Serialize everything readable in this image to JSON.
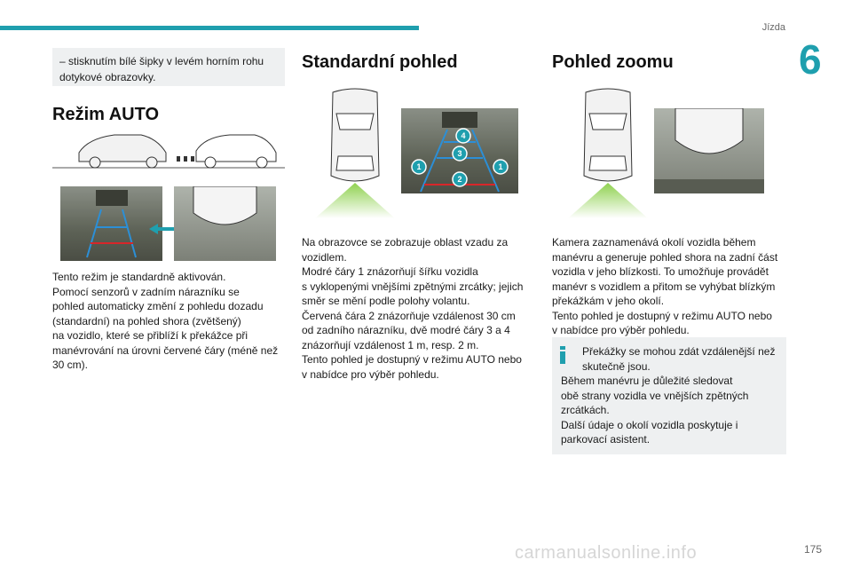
{
  "header": {
    "chapter_name": "Jízda",
    "chapter_number": "6"
  },
  "col1": {
    "note": "– stisknutím bílé šipky v levém horním rohu dotykové obrazovky.",
    "heading": "Režim AUTO",
    "para": [
      "Tento režim je standardně aktivován.",
      "Pomocí senzorů v zadním nárazníku se",
      "pohled automaticky změní z pohledu dozadu",
      "(standardní) na pohled shora (zvětšený)",
      "na vozidlo, které se přiblíží k překážce při",
      "manévrování na úrovni červené čáry (méně než",
      "30 cm)."
    ]
  },
  "col2": {
    "heading": "Standardní pohled",
    "markers": [
      "4",
      "3",
      "1",
      "2",
      "1"
    ],
    "para": [
      "Na obrazovce se zobrazuje oblast vzadu za",
      "vozidlem.",
      "Modré čáry 1 znázorňují šířku vozidla",
      "s vyklopenými vnějšími zpětnými zrcátky; jejich",
      "směr se mění podle polohy volantu.",
      "Červená čára 2 znázorňuje vzdálenost 30 cm",
      "od zadního nárazníku, dvě modré čáry 3 a 4",
      "znázorňují vzdálenost 1 m, resp. 2 m.",
      "Tento pohled je dostupný v režimu AUTO nebo",
      "v nabídce pro výběr pohledu."
    ]
  },
  "col3": {
    "heading": "Pohled zoomu",
    "para": [
      "Kamera zaznamenává okolí vozidla během",
      "manévru a generuje pohled shora na zadní část",
      "vozidla v jeho blízkosti. To umožňuje provádět",
      "manévr s vozidlem a přitom se vyhýbat blízkým",
      "překážkám v jeho okolí.",
      "Tento pohled je dostupný v režimu AUTO nebo",
      "v nabídce pro výběr pohledu."
    ],
    "info": {
      "line1": "Překážky se mohou zdát vzdálenější než",
      "line2": "skutečně jsou.",
      "rest": [
        "Během manévru je důležité sledovat",
        "obě strany vozidla ve vnějších zpětných",
        "zrcátkách.",
        "Další údaje o okolí vozidla poskytuje i",
        "parkovací asistent."
      ]
    }
  },
  "footer": {
    "page_number": "175",
    "watermark": "carmanualsonline.info"
  },
  "colors": {
    "accent": "#1f9fae",
    "panel": "#eef0f1",
    "guide_blue": "#2c8fd6",
    "guide_red": "#d8262a",
    "beam_green": "#8fd14f"
  }
}
